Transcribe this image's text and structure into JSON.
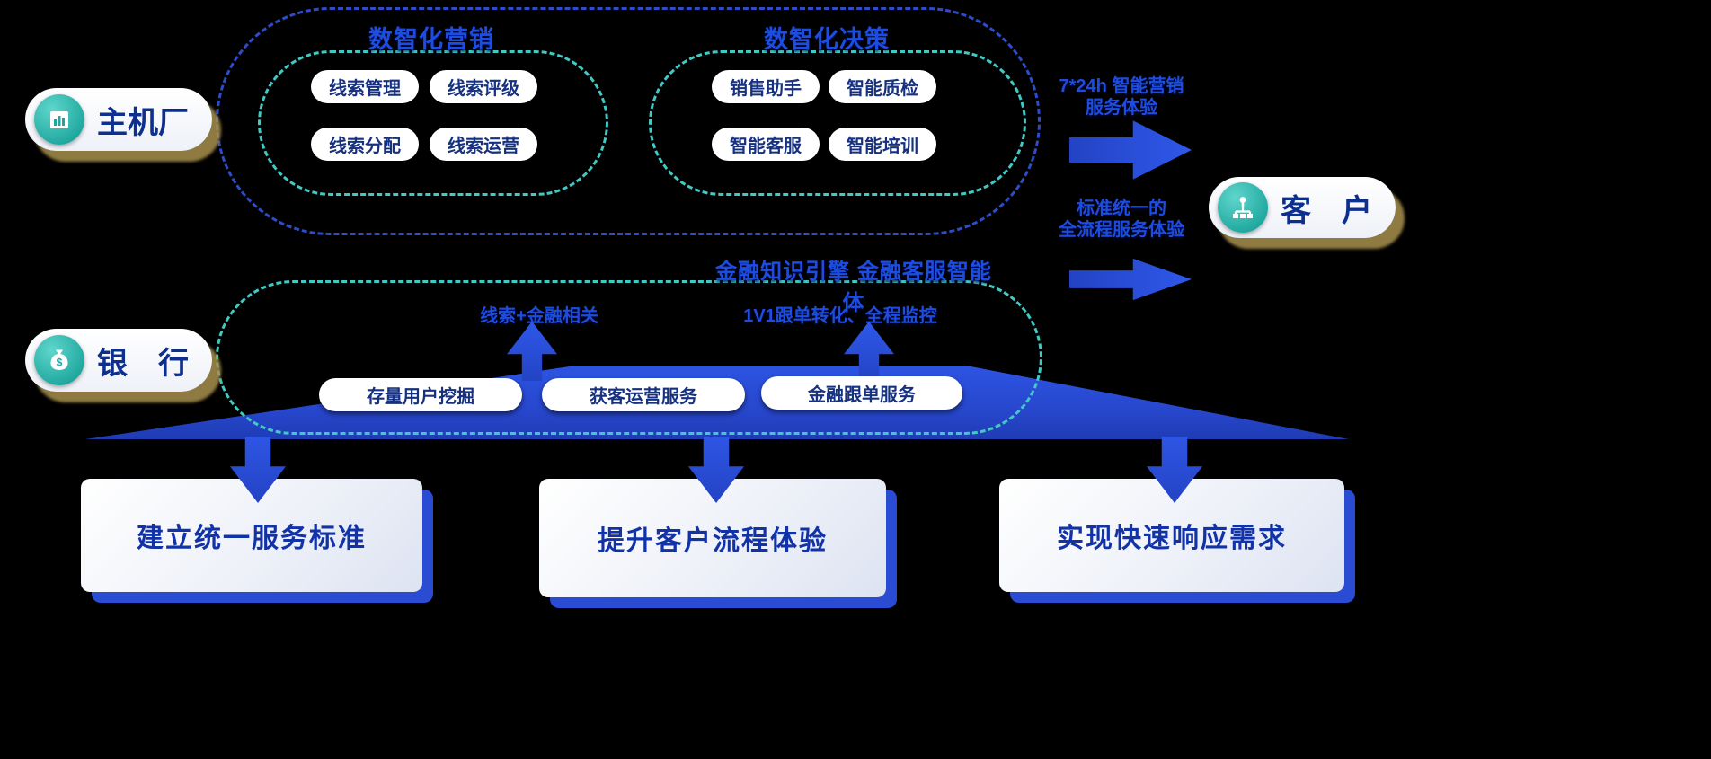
{
  "colors": {
    "background": "#000000",
    "primary_blue": "#2b50dd",
    "teal_accent": "#41c9c4",
    "navy_text": "#10339e"
  },
  "actors": {
    "oem": {
      "label": "主机厂"
    },
    "bank": {
      "label": "银　行"
    },
    "customer": {
      "label": "客　户"
    }
  },
  "marketing": {
    "title": "数智化营销",
    "items": [
      "线索管理",
      "线索评级",
      "线索分配",
      "线索运营"
    ]
  },
  "decision": {
    "title": "数智化决策",
    "items": [
      "销售助手",
      "智能质检",
      "智能客服",
      "智能培训"
    ]
  },
  "finance": {
    "title": "金融知识引擎 金融客服智能体",
    "left_label": "线索+金融相关",
    "right_label": "1V1跟单转化、全程监控",
    "services": [
      "存量用户挖掘",
      "获客运营服务",
      "金融跟单服务"
    ]
  },
  "flow": {
    "top_line1": "7*24h 智能营销",
    "top_line2": "服务体验",
    "bottom_line1": "标准统一的",
    "bottom_line2": "全流程服务体验"
  },
  "outcomes": [
    "建立统一服务标准",
    "提升客户流程体验",
    "实现快速响应需求"
  ]
}
